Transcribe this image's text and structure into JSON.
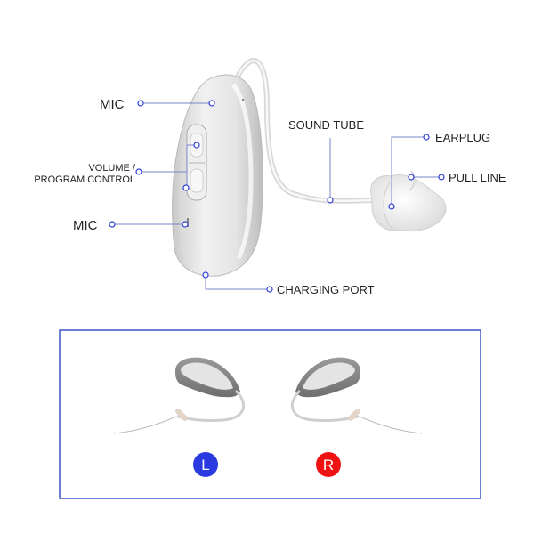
{
  "labels": {
    "mic_top": "MIC",
    "volume_line1": "VOLUME /",
    "volume_line2": "PROGRAM CONTROL",
    "mic_bottom": "MIC",
    "sound_tube": "SOUND TUBE",
    "earplug": "EARPLUG",
    "pull_line": "PULL LINE",
    "charging_port": "CHARGING PORT"
  },
  "sides": {
    "left": "L",
    "right": "R"
  },
  "colors": {
    "leader_dot": "#2b3fd6",
    "frame": "#3a55c8",
    "left_badge": "#2b39e0",
    "right_badge": "#ee1212",
    "device_body": "#e3e3e3"
  }
}
